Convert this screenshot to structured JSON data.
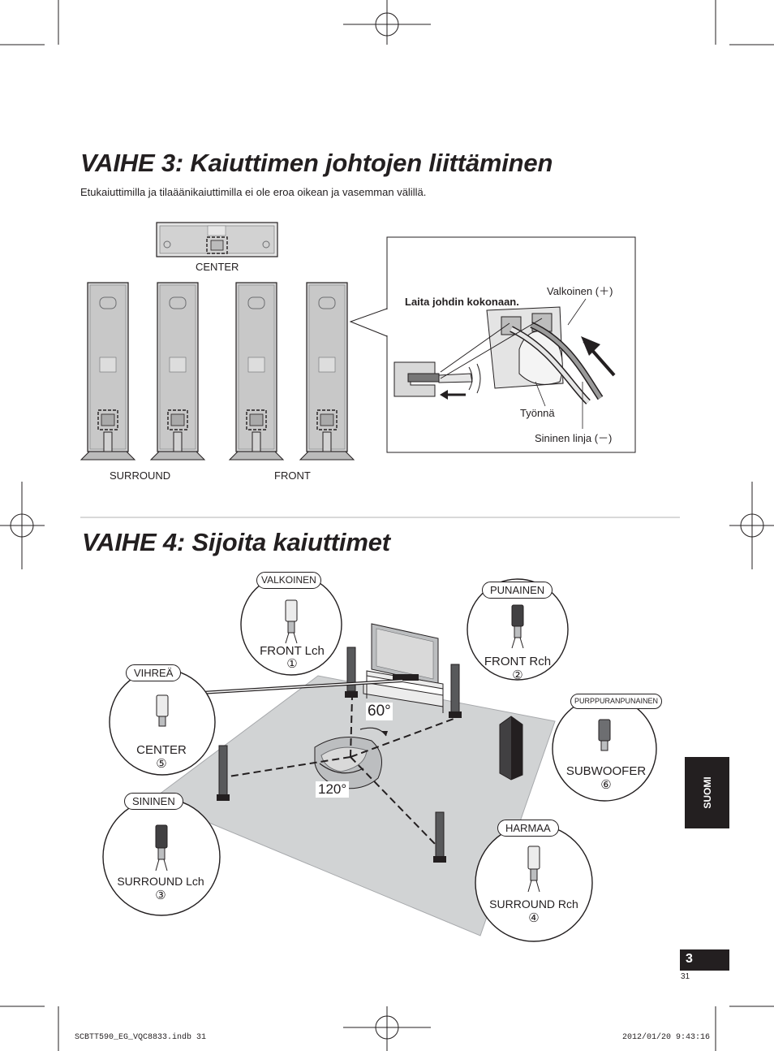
{
  "step3": {
    "title": "VAIHE 3: Kaiuttimen johtojen liittäminen",
    "subtitle": "Etukaiuttimilla ja tilaäänikaiuttimilla ei ole eroa oikean ja vasemman välillä.",
    "center_label": "CENTER",
    "surround_label": "SURROUND",
    "front_label": "FRONT",
    "callout": {
      "instruction": "Laita johdin kokonaan.",
      "white_label": "Valkoinen (＋)",
      "push_label": "Työnnä",
      "blue_label": "Sininen linja (－)"
    }
  },
  "step4": {
    "title": "VAIHE 4: Sijoita kaiuttimet",
    "angle_60": "60°",
    "angle_120": "120°",
    "connectors": [
      {
        "color_label": "VALKOINEN",
        "name": "FRONT Lch",
        "num": "①"
      },
      {
        "color_label": "PUNAINEN",
        "name": "FRONT Rch",
        "num": "②"
      },
      {
        "color_label": "VIHREÄ",
        "name": "CENTER",
        "num": "⑤"
      },
      {
        "color_label": "PURPPURANPUNAINEN",
        "name": "SUBWOOFER",
        "num": "⑥"
      },
      {
        "color_label": "SININEN",
        "name": "SURROUND Lch",
        "num": "③"
      },
      {
        "color_label": "HARMAA",
        "name": "SURROUND Rch",
        "num": "④"
      }
    ]
  },
  "sidebar_tab": "SUOMI",
  "page_number": "3",
  "page_sub": "31",
  "footer": {
    "file": "SCBTT590_EG_VQC8833.indb   31",
    "timestamp": "2012/01/20   9:43:16"
  }
}
